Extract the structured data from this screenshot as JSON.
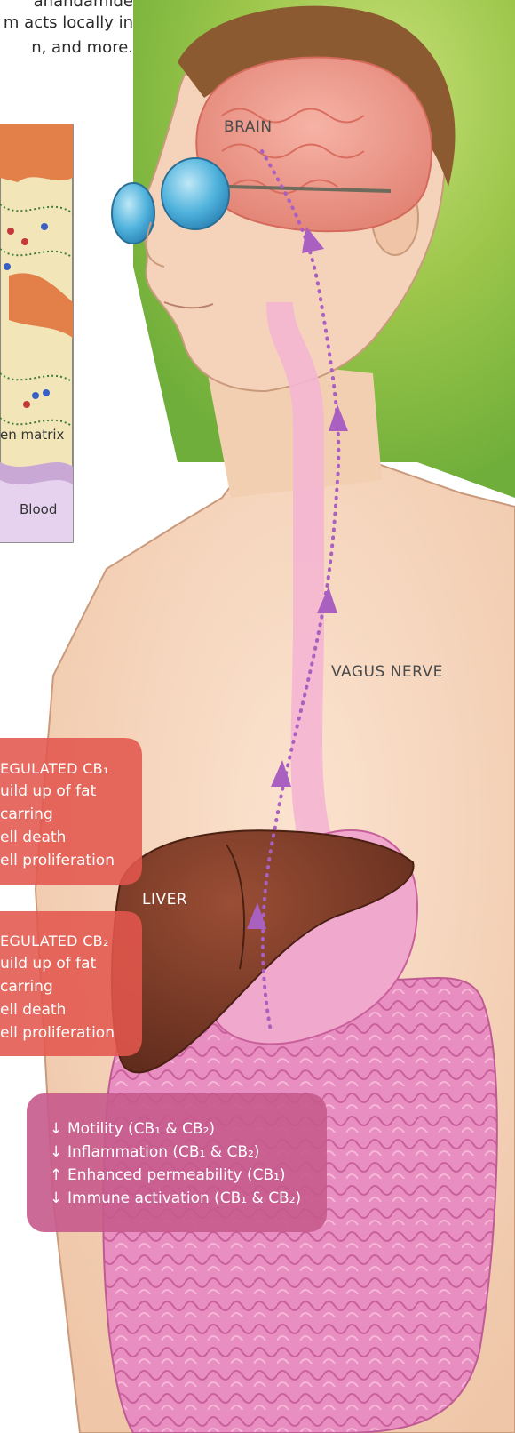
{
  "intro_lines": [
    "anandamide",
    "m acts locally in",
    "n, and more."
  ],
  "labels": {
    "brain": "BRAIN",
    "vagus_nerve": "VAGUS NERVE",
    "liver": "LIVER",
    "blood": "Blood",
    "matrix": "en matrix"
  },
  "cb1_box": {
    "title": "EGULATED CB₁",
    "items": [
      "uild up of fat",
      "carring",
      "ell death",
      "ell proliferation"
    ]
  },
  "cb2_box": {
    "title": "EGULATED CB₂",
    "items": [
      "uild up of fat",
      "carring",
      "ell death",
      "ell proliferation"
    ]
  },
  "gut_box": {
    "items": [
      {
        "arrow": "↓",
        "text": "Motility (CB₁ & CB₂)"
      },
      {
        "arrow": "↓",
        "text": "Inflammation (CB₁ & CB₂)"
      },
      {
        "arrow": "↑",
        "text": "Enhanced permeability (CB₁)"
      },
      {
        "arrow": "↓",
        "text": "Immune activation (CB₁ & CB₂)"
      }
    ]
  },
  "colors": {
    "background": "#9cc64a",
    "skin": "#f6d7bf",
    "liver": "#7a3a26",
    "intestine": "#e88ec0",
    "stomach": "#f0a8cc",
    "esophagus": "#f4b6d2",
    "brain": "#f19a8c",
    "hair": "#8b5a30",
    "glasses": "#4fb2dc",
    "red_box": "#e2574d",
    "gut_box": "#c75a8c",
    "nerve_dots": "#a960c0"
  },
  "icons": [
    "brain",
    "liver",
    "stomach",
    "intestine",
    "vagus-nerve-path",
    "glasses",
    "tissue-inset"
  ]
}
